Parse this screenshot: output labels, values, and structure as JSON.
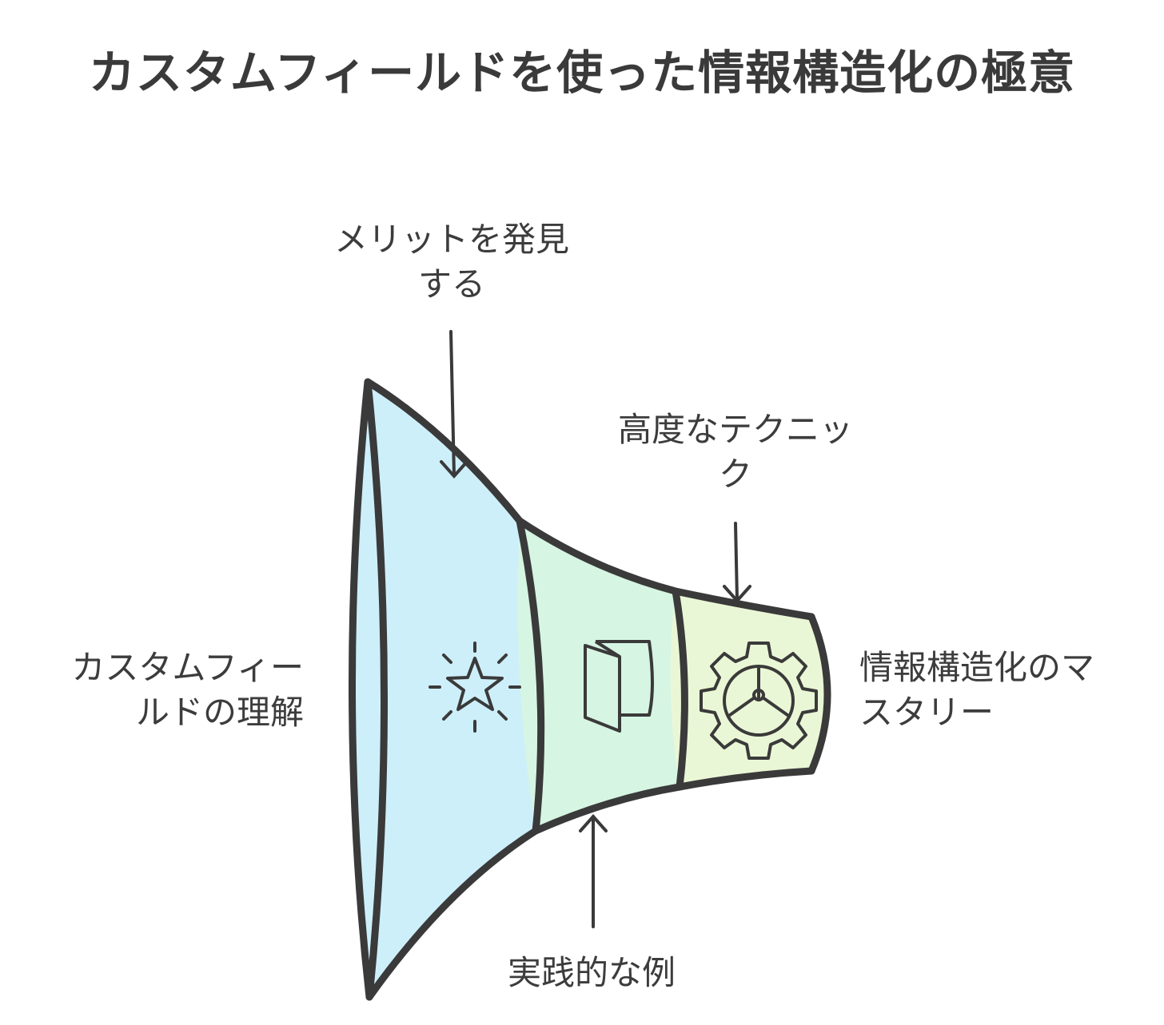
{
  "title": "カスタムフィールドを使った情報構造化の極意",
  "stages": [
    {
      "label_lines": [
        "カスタムフィー",
        "ルドの理解"
      ],
      "icon": "sun-star-icon",
      "fill": "#cdeffa"
    },
    {
      "label_lines": [
        "メリットを発見",
        "する"
      ],
      "icon": null
    },
    {
      "label_lines": [
        "実践的な例"
      ],
      "icon": "book-icon",
      "fill": "#d6f5e3"
    },
    {
      "label_lines": [
        "高度なテクニッ",
        "ク"
      ],
      "icon": null
    },
    {
      "label_lines": [
        "情報構造化のマ",
        "スタリー"
      ],
      "icon": "gear-icon",
      "fill": "#eaf7d6"
    }
  ],
  "colors": {
    "outline": "#3a3a3a",
    "blue": "#cdeffa",
    "green": "#d6f5e3",
    "lime": "#eaf7d6"
  }
}
